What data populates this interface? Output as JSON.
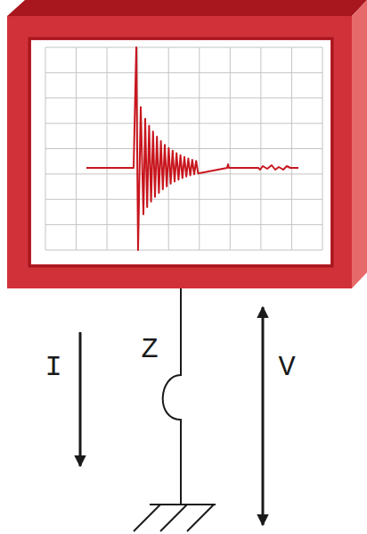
{
  "diagram": {
    "labels": [
      "I",
      "Z",
      "V"
    ]
  }
}
